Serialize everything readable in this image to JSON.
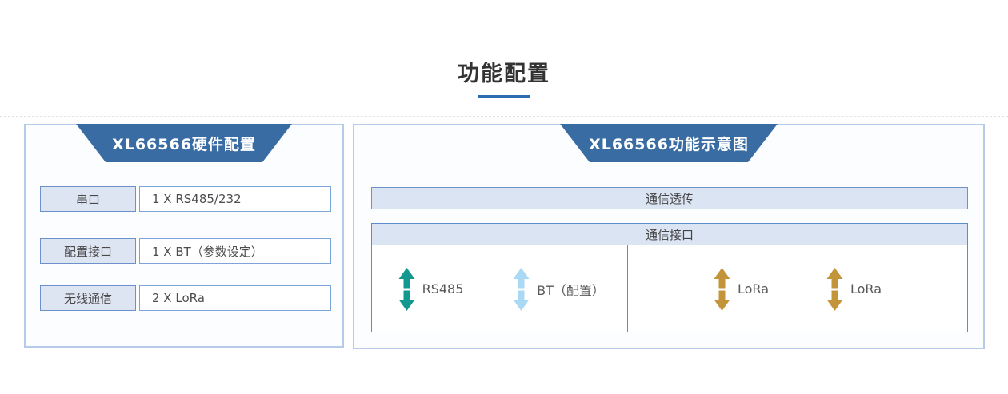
{
  "title": {
    "text": "功能配置"
  },
  "hardware_panel": {
    "header": "XL66566硬件配置",
    "rows": [
      {
        "label": "串口",
        "value": "1 X RS485/232"
      },
      {
        "label": "配置接口",
        "value": "1 X BT（参数设定）"
      },
      {
        "label": "无线通信",
        "value": "2 X LoRa"
      }
    ]
  },
  "function_panel": {
    "header": "XL66566功能示意图",
    "passthrough_bar": "通信透传",
    "interface_box": {
      "header": "通信接口",
      "items": [
        {
          "label": "RS485",
          "color": "#12988f"
        },
        {
          "label": "BT（配置）",
          "color": "#a9d9f4"
        },
        {
          "label": "LoRa",
          "color": "#c3943a"
        },
        {
          "label": "LoRa",
          "color": "#c3943a"
        }
      ]
    }
  },
  "colors": {
    "header_trapezoid_blue": "#3a6ca4",
    "title_underline_blue": "#2c6cb0",
    "panel_border": "#b5cbe9",
    "box_border_blue": "#6d92cb",
    "light_blue_fill": "#dbe4f3",
    "teal_arrow": "#12988f",
    "lightblue_arrow": "#a9d9f4",
    "gold_arrow": "#c3943a"
  }
}
